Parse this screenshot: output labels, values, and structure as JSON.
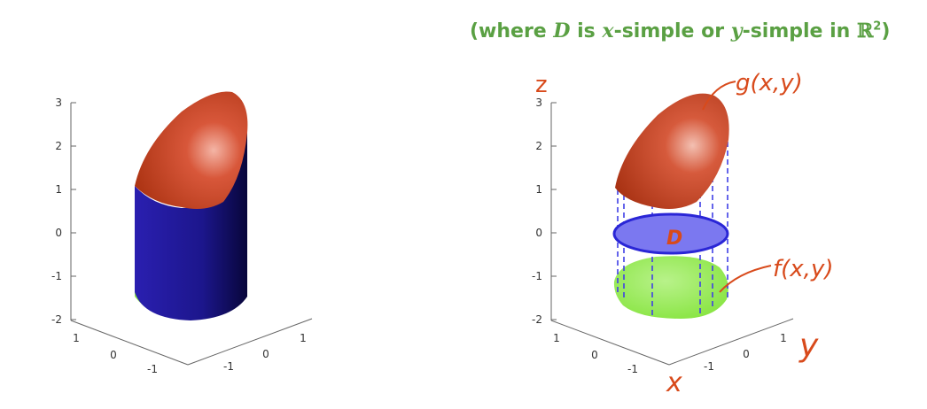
{
  "caption": {
    "open": "(where ",
    "D": "D",
    "is": " is ",
    "x": "x",
    "mid": "-simple or ",
    "y": "y",
    "end": "-simple in ",
    "R": "ℝ",
    "exp": "2",
    "close": ")"
  },
  "left_plot": {
    "z_ticks": [
      "3",
      "2",
      "1",
      "0",
      "-1",
      "-2"
    ],
    "x_ticks": [
      "1",
      "0",
      "-1"
    ],
    "y_ticks": [
      "-1",
      "0",
      "1"
    ]
  },
  "right_plot": {
    "z_ticks": [
      "3",
      "2",
      "1",
      "0",
      "-1",
      "-2"
    ],
    "x_ticks": [
      "1",
      "0",
      "-1"
    ],
    "y_ticks": [
      "-1",
      "0",
      "1"
    ]
  },
  "annotations": {
    "z_axis": "z",
    "x_axis": "x",
    "y_axis": "y",
    "top_surface": "g(x,y)",
    "bottom_surface": "f(x,y)",
    "region": "D"
  },
  "colors": {
    "caption": "#5aa043",
    "top_surface": "#c8401b",
    "side_wall": "#1e1a9e",
    "bottom_surface": "#8fe84a",
    "region_fill": "#7b78f0",
    "ink": "#d84a1b"
  }
}
